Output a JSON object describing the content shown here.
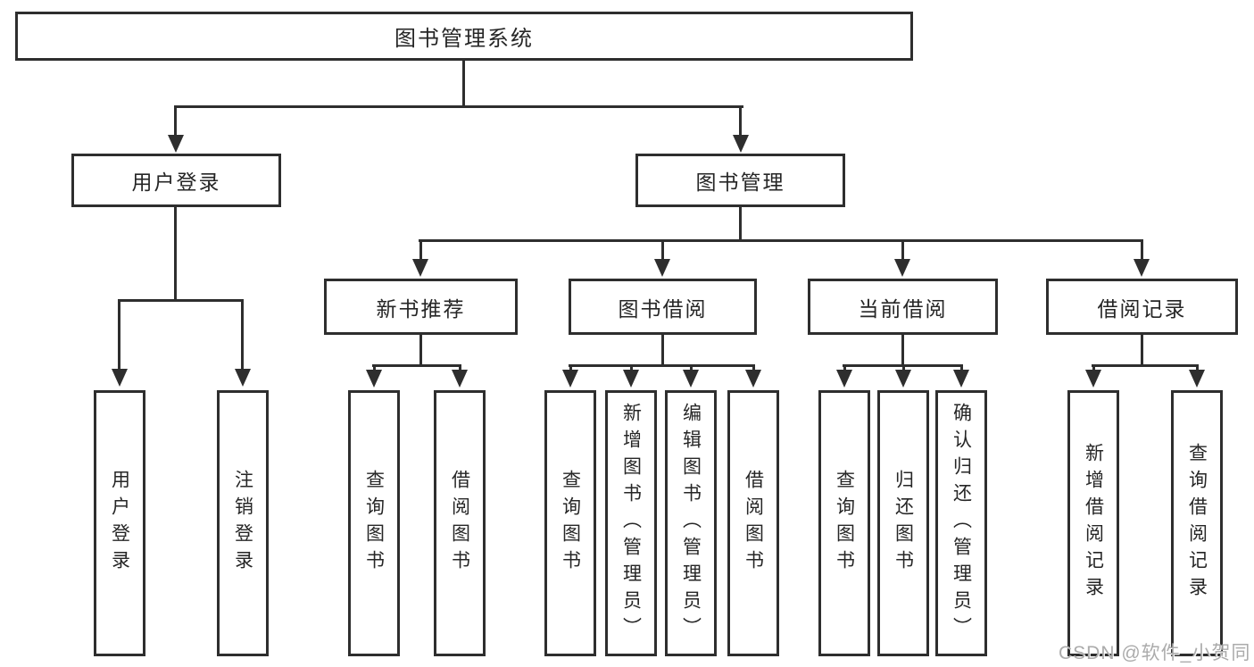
{
  "diagram": {
    "root": {
      "label": "图书管理系统"
    },
    "level2": [
      {
        "label": "用户登录",
        "leaves": [
          "用户登录",
          "注销登录"
        ]
      },
      {
        "label": "图书管理",
        "children": [
          {
            "label": "新书推荐",
            "leaves": [
              "查询图书",
              "借阅图书"
            ]
          },
          {
            "label": "图书借阅",
            "leaves": [
              "查询图书",
              "新增图书（管理员）",
              "编辑图书（管理员）",
              "借阅图书"
            ]
          },
          {
            "label": "当前借阅",
            "leaves": [
              "查询图书",
              "归还图书",
              "确认归还（管理员）"
            ]
          },
          {
            "label": "借阅记录",
            "leaves": [
              "新增借阅记录",
              "查询借阅记录"
            ]
          }
        ]
      }
    ]
  },
  "watermark": {
    "text": "CSDN @软件_小贺同学"
  },
  "colors": {
    "line": "#2e2e2e",
    "text": "#262626",
    "background": "#ffffff",
    "watermark": "#ababab"
  }
}
